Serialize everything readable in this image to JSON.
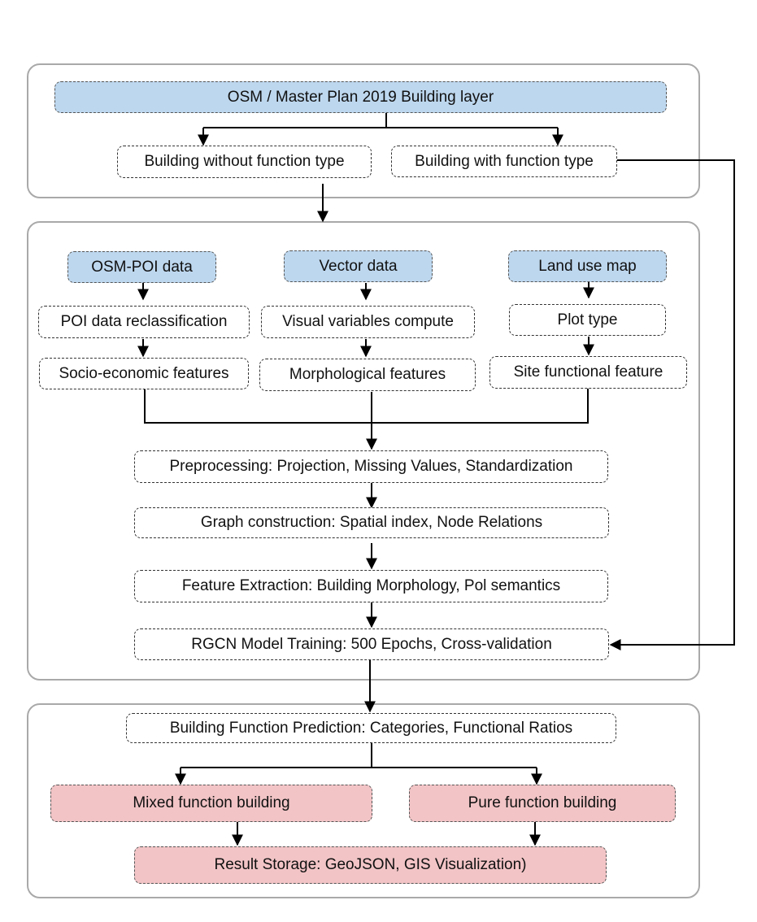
{
  "panel1": {
    "source": "OSM /  Master Plan 2019 Building layer",
    "without_type": "Building without function type",
    "with_type": "Building with function type"
  },
  "panel2": {
    "poi_source": "OSM-POI data",
    "vector_source": "Vector data",
    "landuse_source": "Land use map",
    "poi_reclass": "POI data reclassification",
    "visual_vars": "Visual variables compute",
    "plot_type": "Plot type",
    "socio_features": "Socio-economic features",
    "morph_features": "Morphological features",
    "site_feature": "Site functional feature",
    "preprocessing": "Preprocessing: Projection, Missing Values, Standardization",
    "graph": "Graph construction: Spatial index, Node Relations",
    "feature_extraction": "Feature Extraction: Building Morphology, Pol semantics",
    "training": "RGCN Model Training: 500 Epochs, Cross-validation"
  },
  "panel3": {
    "prediction": "Building Function Prediction: Categories, Functional Ratios",
    "mixed": "Mixed function building",
    "pure": "Pure function building",
    "storage": "Result Storage: GeoJSON, GIS Visualization)"
  },
  "colors": {
    "input_fill": "#bdd7ee",
    "output_fill": "#f2c4c6",
    "panel_border": "#a9a9a9"
  }
}
